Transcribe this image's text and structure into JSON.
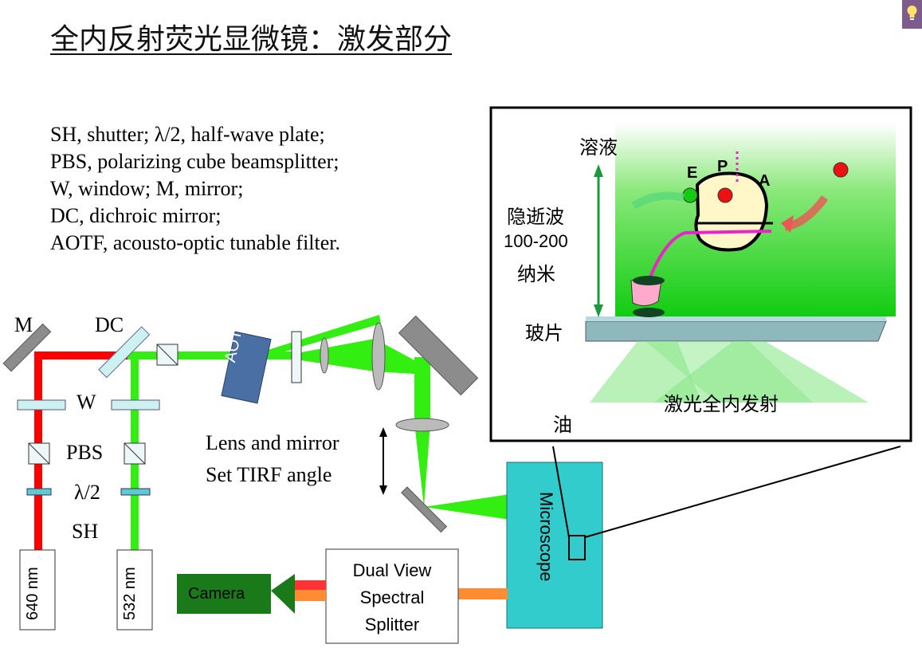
{
  "title": "全内反射荧光显微镜：激发部分",
  "legend": [
    "SH, shutter;  λ/2, half-wave plate;",
    "PBS, polarizing cube beamsplitter;",
    "W, window; M, mirror;",
    "DC, dichroic mirror;",
    "AOTF, acousto-optic tunable filter."
  ],
  "optics_labels": {
    "mirror": "M",
    "dichroic": "DC",
    "window": "W",
    "pbs": "PBS",
    "halfwave": "λ/2",
    "shutter": "SH",
    "aotf": "AOTF",
    "lens_note_line1": "Lens and mirror",
    "lens_note_line2": "Set TIRF angle"
  },
  "lasers": {
    "red": "640 nm",
    "green": "532 nm"
  },
  "detection": {
    "camera": "Camera",
    "splitter_line1": "Dual View",
    "splitter_line2": "Spectral",
    "splitter_line3": "Splitter",
    "microscope": "Microscope"
  },
  "inset": {
    "solution": "溶液",
    "evanescent_line1": "隐逝波",
    "evanescent_line2": "100-200",
    "evanescent_line3": "纳米",
    "slide": "玻片",
    "oil": "油",
    "tir": "激光全内发射",
    "label_e": "E",
    "label_p": "P",
    "label_a": "A"
  },
  "colors": {
    "red_beam": "#ff0000",
    "green_beam": "#33ee11",
    "aotf": "#4a6fa5",
    "microscope": "#33cccc",
    "camera": "#1a7a1a",
    "orange_beam": "#ff8c33",
    "magenta": "#ee22cc"
  },
  "icons": [
    "lightbulb-icon"
  ]
}
